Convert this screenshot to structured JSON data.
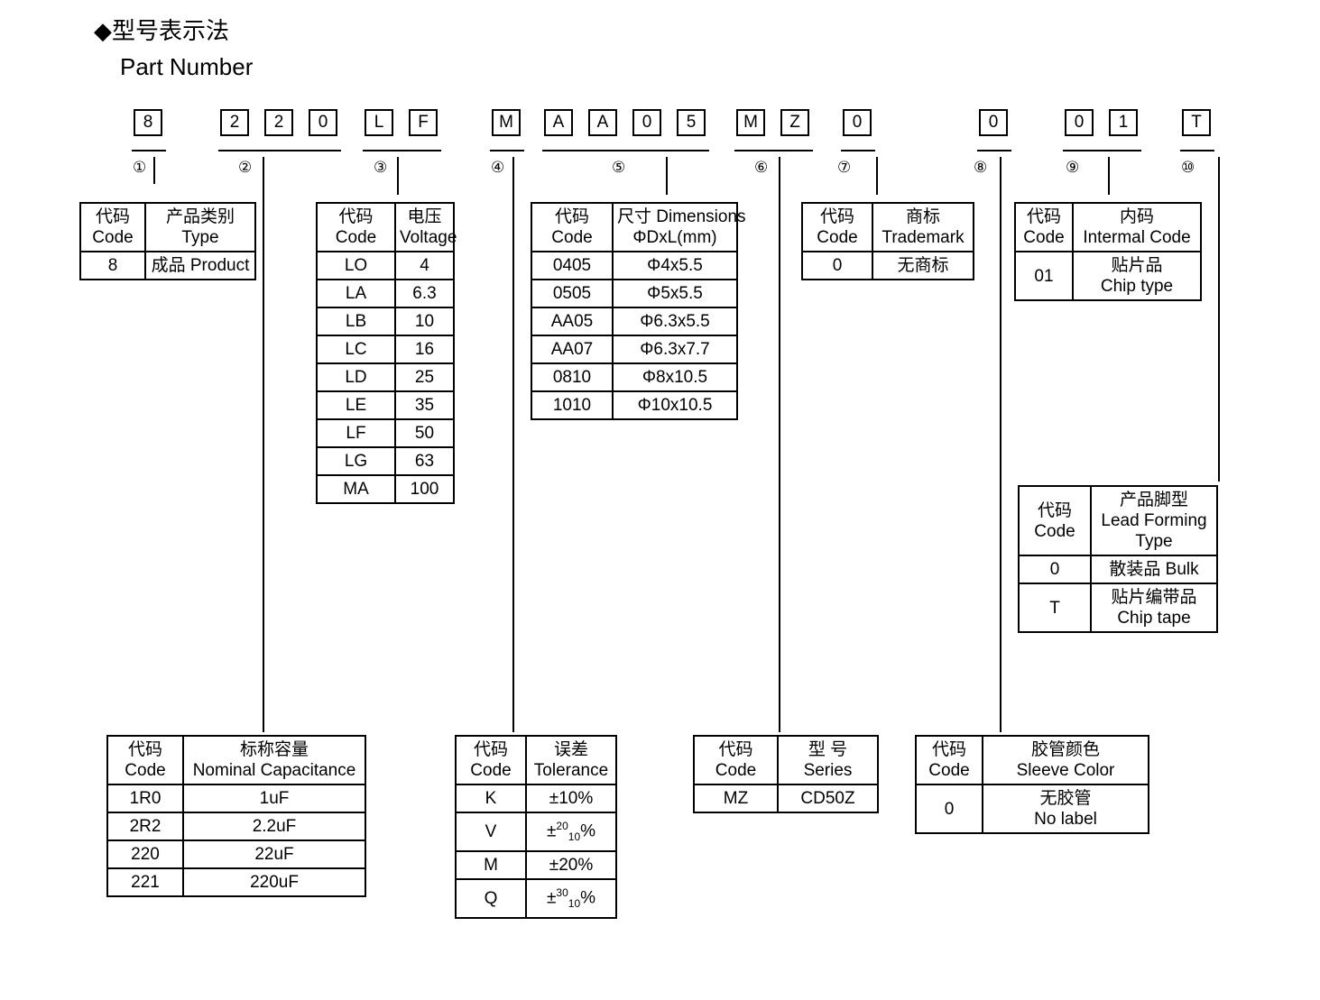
{
  "heading": {
    "cn": "◆型号表示法",
    "en": "Part Number"
  },
  "part_number": {
    "groups": [
      {
        "marker": "①",
        "chars": [
          "8"
        ]
      },
      {
        "marker": "②",
        "chars": [
          "2",
          "2",
          "0"
        ]
      },
      {
        "marker": "③",
        "chars": [
          "L",
          "F"
        ]
      },
      {
        "marker": "④",
        "chars": [
          "M"
        ]
      },
      {
        "marker": "⑤",
        "chars": [
          "A",
          "A",
          "0",
          "5"
        ]
      },
      {
        "marker": "⑥",
        "chars": [
          "M",
          "Z"
        ]
      },
      {
        "marker": "⑦",
        "chars": [
          "0"
        ]
      },
      {
        "marker": "⑧",
        "chars": [
          "0"
        ]
      },
      {
        "marker": "⑨",
        "chars": [
          "0",
          "1"
        ]
      },
      {
        "marker": "⑩",
        "chars": [
          "T"
        ]
      }
    ]
  },
  "tables": {
    "type": {
      "header": {
        "code_cn": "代码",
        "code_en": "Code",
        "label_cn": "产品类别",
        "label_en": "Type"
      },
      "rows": [
        {
          "code": "8",
          "value": "成品 Product"
        }
      ]
    },
    "voltage": {
      "header": {
        "code_cn": "代码",
        "code_en": "Code",
        "label_cn": "电压",
        "label_en": "Voltage"
      },
      "rows": [
        {
          "code": "LO",
          "value": "4"
        },
        {
          "code": "LA",
          "value": "6.3"
        },
        {
          "code": "LB",
          "value": "10"
        },
        {
          "code": "LC",
          "value": "16"
        },
        {
          "code": "LD",
          "value": "25"
        },
        {
          "code": "LE",
          "value": "35"
        },
        {
          "code": "LF",
          "value": "50"
        },
        {
          "code": "LG",
          "value": "63"
        },
        {
          "code": "MA",
          "value": "100"
        }
      ]
    },
    "dimensions": {
      "header": {
        "code_cn": "代码",
        "code_en": "Code",
        "label_cn": "尺寸 Dimensions",
        "label_en": "ΦDxL(mm)"
      },
      "rows": [
        {
          "code": "0405",
          "value": "Φ4x5.5"
        },
        {
          "code": "0505",
          "value": "Φ5x5.5"
        },
        {
          "code": "AA05",
          "value": "Φ6.3x5.5"
        },
        {
          "code": "AA07",
          "value": "Φ6.3x7.7"
        },
        {
          "code": "0810",
          "value": "Φ8x10.5"
        },
        {
          "code": "1010",
          "value": "Φ10x10.5"
        }
      ]
    },
    "trademark": {
      "header": {
        "code_cn": "代码",
        "code_en": "Code",
        "label_cn": "商标",
        "label_en": "Trademark"
      },
      "rows": [
        {
          "code": "0",
          "value": "无商标"
        }
      ]
    },
    "internal_code": {
      "header": {
        "code_cn": "代码",
        "code_en": "Code",
        "label_cn": "内码",
        "label_en": "Intermal Code"
      },
      "rows": [
        {
          "code": "01",
          "value_cn": "贴片品",
          "value_en": "Chip type"
        }
      ]
    },
    "lead_forming": {
      "header": {
        "code_cn": "代码",
        "code_en": "Code",
        "label_cn": "产品脚型",
        "label_en1": "Lead Forming",
        "label_en2": "Type"
      },
      "rows": [
        {
          "code": "0",
          "value_cn": "散装品 Bulk",
          "value_en": ""
        },
        {
          "code": "T",
          "value_cn": "贴片编带品",
          "value_en": "Chip tape"
        }
      ]
    },
    "capacitance": {
      "header": {
        "code_cn": "代码",
        "code_en": "Code",
        "label_cn": "标称容量",
        "label_en": "Nominal Capacitance"
      },
      "rows": [
        {
          "code": "1R0",
          "value": "1uF"
        },
        {
          "code": "2R2",
          "value": "2.2uF"
        },
        {
          "code": "220",
          "value": "22uF"
        },
        {
          "code": "221",
          "value": "220uF"
        }
      ]
    },
    "tolerance": {
      "header": {
        "code_cn": "代码",
        "code_en": "Code",
        "label_cn": "误差",
        "label_en": "Tolerance"
      },
      "rows": [
        {
          "code": "K",
          "value": "±10%",
          "sup": "",
          "sub": "",
          "suffix": ""
        },
        {
          "code": "V",
          "value": "±",
          "sup": "20",
          "sub": "10",
          "suffix": "%"
        },
        {
          "code": "M",
          "value": "±20%",
          "sup": "",
          "sub": "",
          "suffix": ""
        },
        {
          "code": "Q",
          "value": "±",
          "sup": "30",
          "sub": "10",
          "suffix": "%"
        }
      ]
    },
    "series": {
      "header": {
        "code_cn": "代码",
        "code_en": "Code",
        "label_cn": "型 号",
        "label_en": "Series"
      },
      "rows": [
        {
          "code": "MZ",
          "value": "CD50Z"
        }
      ]
    },
    "sleeve_color": {
      "header": {
        "code_cn": "代码",
        "code_en": "Code",
        "label_cn": "胶管颜色",
        "label_en": "Sleeve Color"
      },
      "rows": [
        {
          "code": "0",
          "value_cn": "无胶管",
          "value_en": "No label"
        }
      ]
    }
  }
}
